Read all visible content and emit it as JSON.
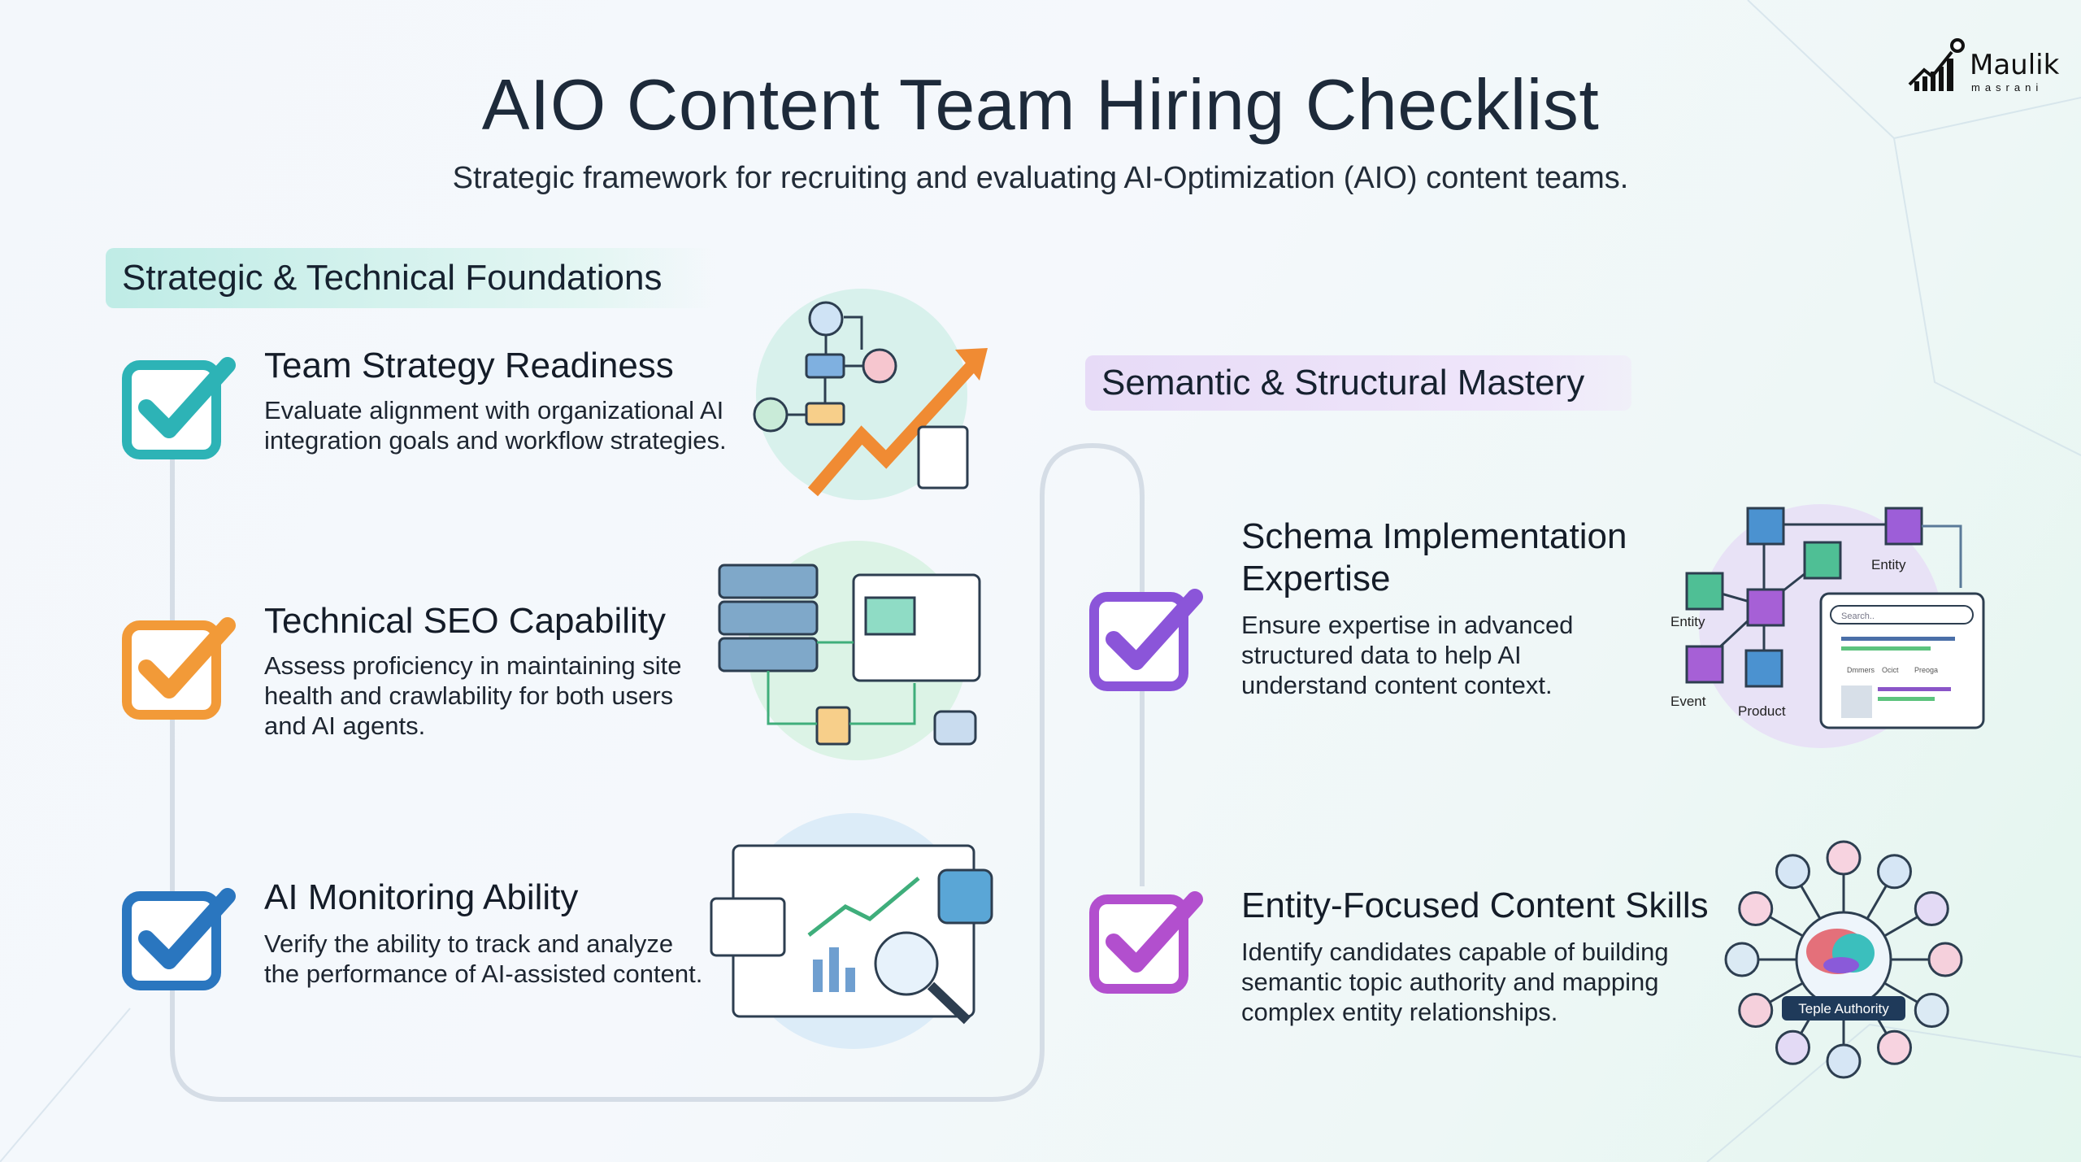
{
  "header": {
    "title": "AIO Content Team Hiring Checklist",
    "subtitle": "Strategic framework for recruiting and evaluating AI-Optimization (AIO) content teams."
  },
  "logo": {
    "name": "Maulik",
    "sub": "masrani"
  },
  "sections": [
    {
      "label": "Strategic & Technical Foundations",
      "items": [
        {
          "title": "Team Strategy Readiness",
          "desc_lines": [
            "Evaluate alignment with organizational AI",
            "integration goals and workflow strategies."
          ],
          "check_color": "#2db3b6"
        },
        {
          "title": "Technical SEO Capability",
          "desc_lines": [
            "Assess proficiency in maintaining site",
            "health and crawlability for both users",
            "and AI agents."
          ],
          "check_color": "#f29a38"
        },
        {
          "title": "AI Monitoring Ability",
          "desc_lines": [
            "Verify the ability to track and analyze",
            "the performance of AI-assisted content."
          ],
          "check_color": "#2a76bf"
        }
      ]
    },
    {
      "label": "Semantic & Structural Mastery",
      "items": [
        {
          "title_lines": [
            "Schema Implementation",
            "Expertise"
          ],
          "desc_lines": [
            "Ensure expertise in advanced",
            "structured data to help AI",
            "understand content context."
          ],
          "check_color": "#8b55d9"
        },
        {
          "title": "Entity-Focused Content Skills",
          "desc_lines": [
            "Identify candidates capable of building",
            "semantic topic authority and mapping",
            "complex entity relationships."
          ],
          "check_color": "#b24fce"
        }
      ]
    }
  ],
  "illustrations": {
    "schema": {
      "labels": [
        "Entity",
        "Entity",
        "Event",
        "Product"
      ],
      "search_placeholder": "Search..",
      "legend": [
        "Dmmers",
        "Ocict",
        "Preoga"
      ]
    },
    "entity": {
      "center_label": "Teple Authority"
    }
  }
}
